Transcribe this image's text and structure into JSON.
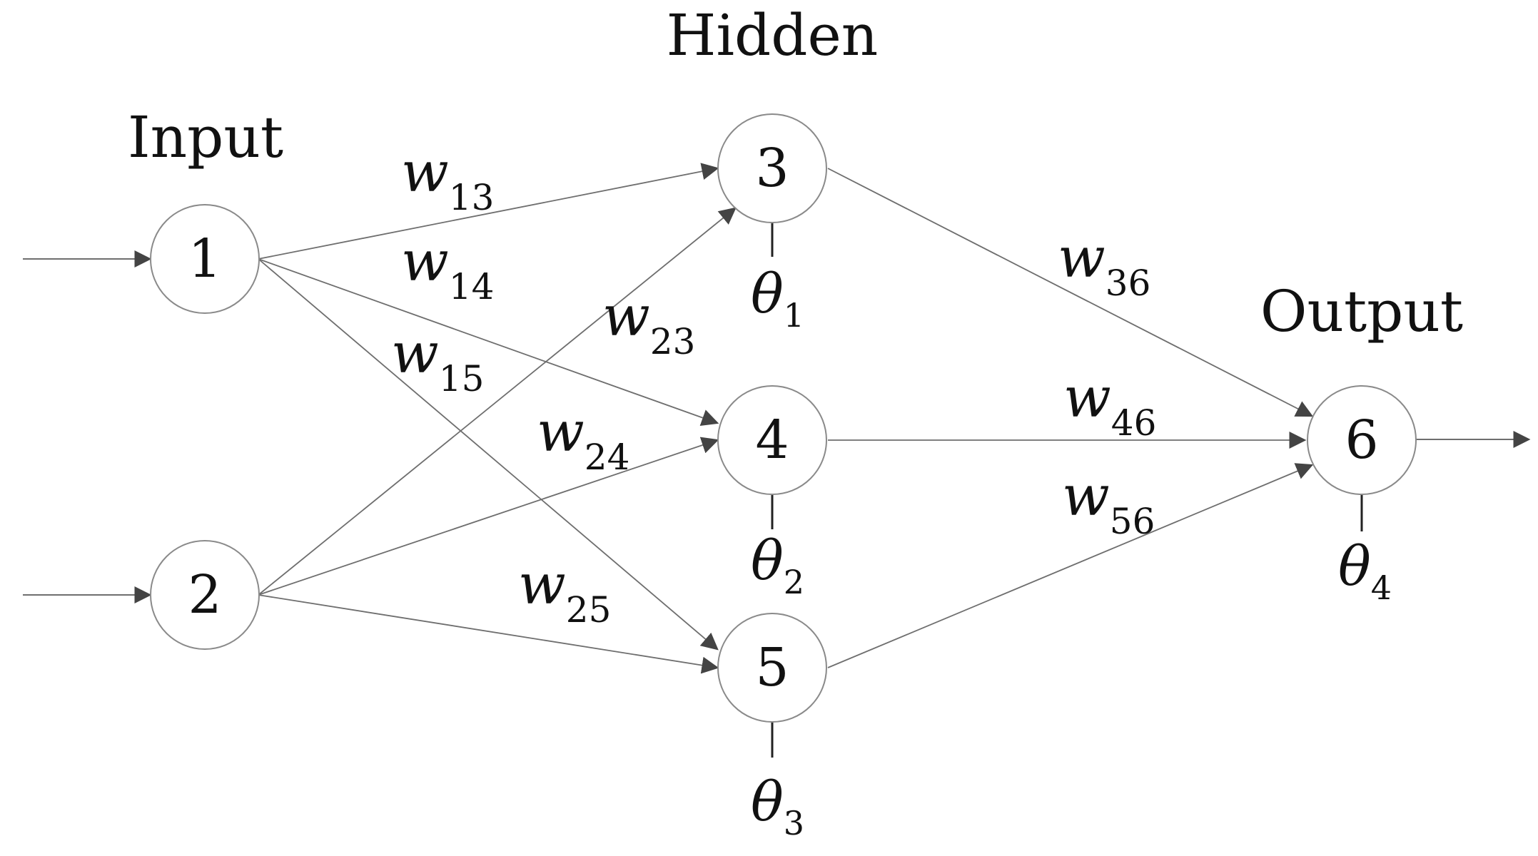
{
  "layers": {
    "input_title": "Input",
    "hidden_title": "Hidden",
    "output_title": "Output"
  },
  "nodes": [
    {
      "id": "1",
      "label": "1"
    },
    {
      "id": "2",
      "label": "2"
    },
    {
      "id": "3",
      "label": "3"
    },
    {
      "id": "4",
      "label": "4"
    },
    {
      "id": "5",
      "label": "5"
    },
    {
      "id": "6",
      "label": "6"
    }
  ],
  "weights": {
    "w13": {
      "symbol": "w",
      "sub": "13"
    },
    "w14": {
      "symbol": "w",
      "sub": "14"
    },
    "w15": {
      "symbol": "w",
      "sub": "15"
    },
    "w23": {
      "symbol": "w",
      "sub": "23"
    },
    "w24": {
      "symbol": "w",
      "sub": "24"
    },
    "w25": {
      "symbol": "w",
      "sub": "25"
    },
    "w36": {
      "symbol": "w",
      "sub": "36"
    },
    "w46": {
      "symbol": "w",
      "sub": "46"
    },
    "w56": {
      "symbol": "w",
      "sub": "56"
    }
  },
  "biases": {
    "theta1": {
      "symbol": "θ",
      "sub": "1"
    },
    "theta2": {
      "symbol": "θ",
      "sub": "2"
    },
    "theta3": {
      "symbol": "θ",
      "sub": "3"
    },
    "theta4": {
      "symbol": "θ",
      "sub": "4"
    }
  },
  "colors": {
    "edge": "#6e6e6e",
    "node_stroke": "#8a8a8a",
    "text": "#111111",
    "background": "#ffffff"
  }
}
